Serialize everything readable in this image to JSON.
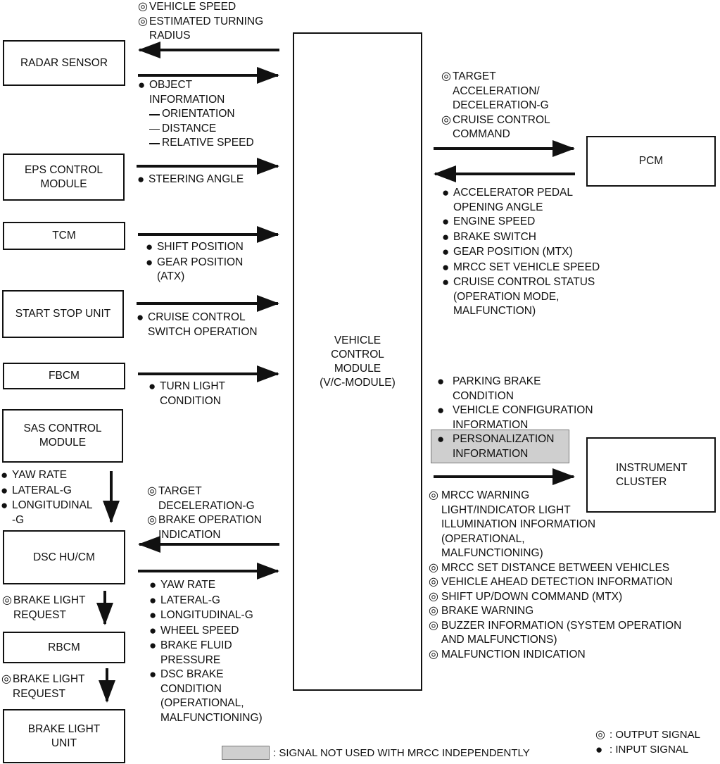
{
  "center_module": {
    "label": "VEHICLE\nCONTROL\nMODULE\n(V/C-MODULE)"
  },
  "modules": {
    "radar_sensor": "RADAR SENSOR",
    "eps": "EPS CONTROL\nMODULE",
    "tcm": "TCM",
    "start_stop": "START STOP UNIT",
    "fbcm": "FBCM",
    "sas": "SAS CONTROL\nMODULE",
    "dsc": "DSC HU/CM",
    "rbcm": "RBCM",
    "brake_light_unit": "BRAKE LIGHT\nUNIT",
    "pcm": "PCM",
    "instrument_cluster": "INSTRUMENT\nCLUSTER"
  },
  "signals": {
    "to_radar": [
      {
        "type": "output",
        "text": "VEHICLE SPEED"
      },
      {
        "type": "output",
        "text": "ESTIMATED TURNING\nRADIUS"
      }
    ],
    "from_radar": {
      "type": "input",
      "text": "OBJECT\nINFORMATION",
      "sub": [
        "ORIENTATION",
        "DISTANCE",
        "RELATIVE SPEED"
      ]
    },
    "from_eps": [
      {
        "type": "input",
        "text": "STEERING ANGLE"
      }
    ],
    "from_tcm": [
      {
        "type": "input",
        "text": "SHIFT POSITION"
      },
      {
        "type": "input",
        "text": "GEAR POSITION\n(ATX)"
      }
    ],
    "from_start_stop": [
      {
        "type": "input",
        "text": "CRUISE CONTROL\nSWITCH OPERATION"
      }
    ],
    "from_fbcm": [
      {
        "type": "input",
        "text": "TURN LIGHT\nCONDITION"
      }
    ],
    "sas_to_dsc": [
      {
        "type": "input",
        "text": "YAW RATE"
      },
      {
        "type": "input",
        "text": "LATERAL-G"
      },
      {
        "type": "input",
        "text": "LONGITUDINAL\n-G"
      }
    ],
    "to_dsc": [
      {
        "type": "output",
        "text": "TARGET\nDECELERATION-G"
      },
      {
        "type": "output",
        "text": "BRAKE OPERATION\nINDICATION"
      }
    ],
    "from_dsc": [
      {
        "type": "input",
        "text": "YAW RATE"
      },
      {
        "type": "input",
        "text": "LATERAL-G"
      },
      {
        "type": "input",
        "text": "LONGITUDINAL-G"
      },
      {
        "type": "input",
        "text": "WHEEL SPEED"
      },
      {
        "type": "input",
        "text": "BRAKE FLUID\nPRESSURE"
      },
      {
        "type": "input",
        "text": "DSC BRAKE\nCONDITION\n(OPERATIONAL,\nMALFUNCTIONING)"
      }
    ],
    "dsc_to_rbcm": [
      {
        "type": "output",
        "text": "BRAKE LIGHT\nREQUEST"
      }
    ],
    "rbcm_to_brake_light": [
      {
        "type": "output",
        "text": "BRAKE LIGHT\nREQUEST"
      }
    ],
    "to_pcm": [
      {
        "type": "output",
        "text": "TARGET\nACCELERATION/\nDECELERATION-G"
      },
      {
        "type": "output",
        "text": "CRUISE CONTROL\nCOMMAND"
      }
    ],
    "from_pcm": [
      {
        "type": "input",
        "text": "ACCELERATOR PEDAL\nOPENING ANGLE"
      },
      {
        "type": "input",
        "text": "ENGINE SPEED"
      },
      {
        "type": "input",
        "text": "BRAKE SWITCH"
      },
      {
        "type": "input",
        "text": "GEAR POSITION (MTX)"
      },
      {
        "type": "input",
        "text": "MRCC SET VEHICLE SPEED"
      },
      {
        "type": "input",
        "text": "CRUISE CONTROL STATUS\n(OPERATION MODE,\nMALFUNCTION)"
      }
    ],
    "from_cluster": [
      {
        "type": "input",
        "text": "PARKING BRAKE\nCONDITION"
      },
      {
        "type": "input",
        "text": "VEHICLE CONFIGURATION\nINFORMATION"
      },
      {
        "type": "input",
        "text": "PERSONALIZATION\nINFORMATION",
        "shaded": true
      }
    ],
    "to_cluster": [
      {
        "type": "output",
        "text": "MRCC WARNING\nLIGHT/INDICATOR LIGHT\nILLUMINATION INFORMATION\n(OPERATIONAL,\nMALFUNCTIONING)"
      },
      {
        "type": "output",
        "text": "MRCC SET DISTANCE BETWEEN VEHICLES"
      },
      {
        "type": "output",
        "text": "VEHICLE AHEAD DETECTION INFORMATION"
      },
      {
        "type": "output",
        "text": "SHIFT UP/DOWN COMMAND (MTX)"
      },
      {
        "type": "output",
        "text": "BRAKE WARNING"
      },
      {
        "type": "output",
        "text": "BUZZER INFORMATION (SYSTEM OPERATION\nAND MALFUNCTIONS)"
      },
      {
        "type": "output",
        "text": "MALFUNCTION INDICATION"
      }
    ]
  },
  "legend": {
    "shaded_label": ": SIGNAL NOT USED WITH MRCC INDEPENDENTLY",
    "output_label": ": OUTPUT SIGNAL",
    "input_label": ": INPUT SIGNAL"
  },
  "colors": {
    "line": "#111111",
    "shade": "#cfcfcf"
  }
}
